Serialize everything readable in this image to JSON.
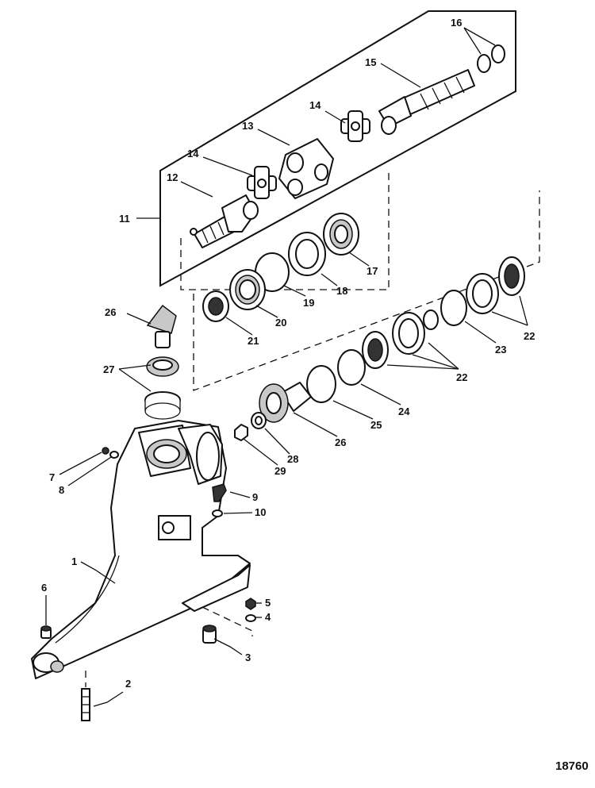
{
  "figure_number": "18760",
  "callouts": [
    {
      "id": "c1",
      "text": "1"
    },
    {
      "id": "c2",
      "text": "2"
    },
    {
      "id": "c3",
      "text": "3"
    },
    {
      "id": "c4",
      "text": "4"
    },
    {
      "id": "c5",
      "text": "5"
    },
    {
      "id": "c6",
      "text": "6"
    },
    {
      "id": "c7",
      "text": "7"
    },
    {
      "id": "c8",
      "text": "8"
    },
    {
      "id": "c9",
      "text": "9"
    },
    {
      "id": "c10",
      "text": "10"
    },
    {
      "id": "c11",
      "text": "11"
    },
    {
      "id": "c12",
      "text": "12"
    },
    {
      "id": "c13",
      "text": "13"
    },
    {
      "id": "c14a",
      "text": "14"
    },
    {
      "id": "c14b",
      "text": "14"
    },
    {
      "id": "c15",
      "text": "15"
    },
    {
      "id": "c16",
      "text": "16"
    },
    {
      "id": "c17",
      "text": "17"
    },
    {
      "id": "c18",
      "text": "18"
    },
    {
      "id": "c19",
      "text": "19"
    },
    {
      "id": "c20",
      "text": "20"
    },
    {
      "id": "c21",
      "text": "21"
    },
    {
      "id": "c22a",
      "text": "22"
    },
    {
      "id": "c22b",
      "text": "22"
    },
    {
      "id": "c23",
      "text": "23"
    },
    {
      "id": "c24",
      "text": "24"
    },
    {
      "id": "c25",
      "text": "25"
    },
    {
      "id": "c26a",
      "text": "26"
    },
    {
      "id": "c26b",
      "text": "26"
    },
    {
      "id": "c27",
      "text": "27"
    },
    {
      "id": "c28",
      "text": "28"
    },
    {
      "id": "c29",
      "text": "29"
    }
  ]
}
